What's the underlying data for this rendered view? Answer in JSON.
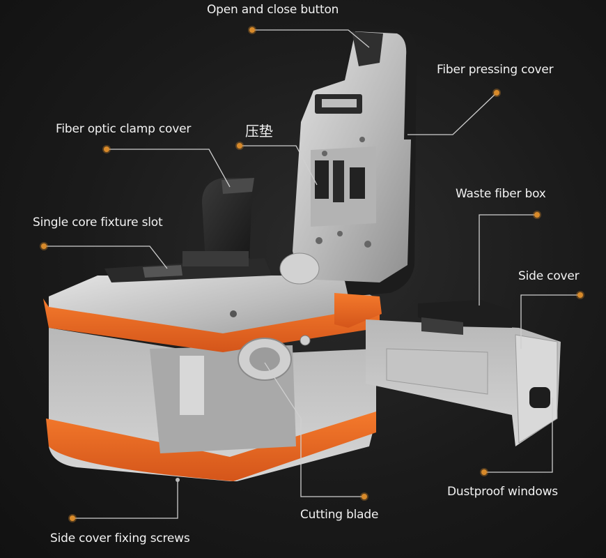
{
  "colors": {
    "accent": "#e8661e",
    "dot": "#d88a2a",
    "body": "#c9c9c9",
    "background": "#1a1a1a"
  },
  "labels": {
    "open_close_button": "Open and close button",
    "fiber_pressing_cover": "Fiber pressing cover",
    "fiber_optic_clamp_cover": "Fiber optic clamp cover",
    "pressure_pad": "压垫",
    "single_core_fixture_slot": "Single core fixture slot",
    "waste_fiber_box": "Waste fiber box",
    "side_cover": "Side cover",
    "dustproof_windows": "Dustproof windows",
    "cutting_blade": "Cutting blade",
    "side_cover_fixing_screws": "Side cover fixing screws"
  }
}
